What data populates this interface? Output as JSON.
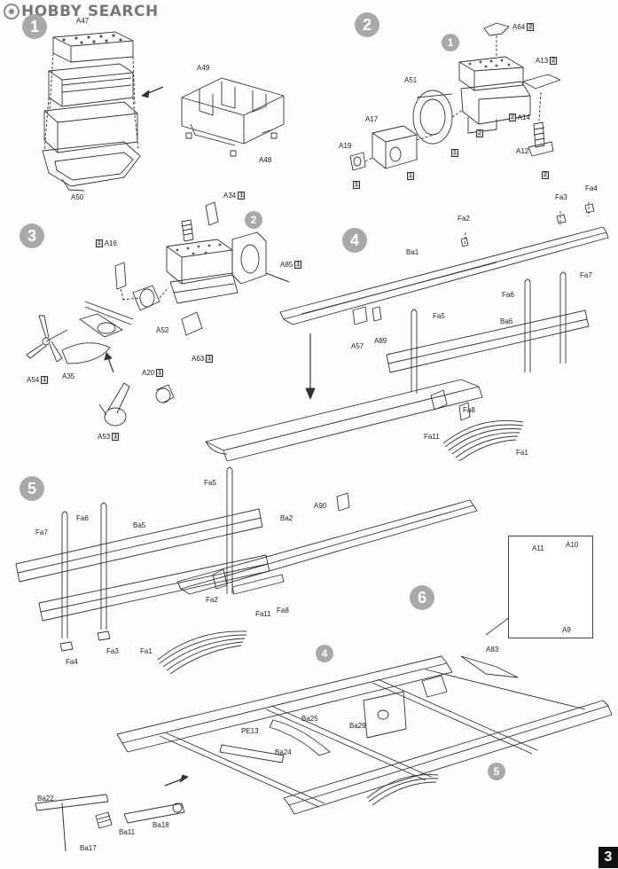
{
  "watermark": {
    "text": "HOBBY SEARCH"
  },
  "page_number": "3",
  "steps": [
    "1",
    "2",
    "3",
    "4",
    "5",
    "6"
  ],
  "step_refs": {
    "s3_ref": "2",
    "s6_ref_a": "4",
    "s6_ref_b": "5",
    "s2_ref": "1"
  },
  "labels": {
    "s1": {
      "A47": "A47",
      "A49": "A49",
      "A48": "A48",
      "A50": "A50"
    },
    "s2": {
      "A64": "A64",
      "A64_qty": "2",
      "A13": "A13",
      "A13_qty": "2",
      "A51": "A51",
      "A17": "A17",
      "A19": "A19",
      "A12": "A12",
      "A14": "A14",
      "A14_qty": "2",
      "q1": "1",
      "q2": "1",
      "q3": "1",
      "q4": "2",
      "q5": "2"
    },
    "s3": {
      "A34": "A34",
      "A34_qty": "1",
      "A16": "A16",
      "A16_qty": "1",
      "A85": "A85",
      "A85_qty": "1",
      "A52": "A52",
      "A63": "A63",
      "A63_qty": "1",
      "A54": "A54",
      "A54_qty": "1",
      "A35": "A35",
      "A20": "A20",
      "A20_qty": "1",
      "A53": "A53",
      "A53_qty": "1"
    },
    "s4": {
      "Fa2": "Fa2",
      "Fa3": "Fa3",
      "Fa4": "Fa4",
      "Ba1": "Ba1",
      "Fa7": "Fa7",
      "Fa6": "Fa6",
      "Fa5": "Fa5",
      "Ba6": "Ba6",
      "A57": "A57",
      "A89": "A89",
      "Fa8": "Fa8",
      "Fa11": "Fa11",
      "Fa1": "Fa1"
    },
    "s5": {
      "Fa5": "Fa5",
      "A90": "A90",
      "Fa7": "Fa7",
      "Fa6": "Fa6",
      "Ba5": "Ba5",
      "Ba2": "Ba2",
      "Fa2": "Fa2",
      "Fa11": "Fa11",
      "Fa8": "Fa8",
      "Fa4": "Fa4",
      "Fa3": "Fa3",
      "Fa1": "Fa1"
    },
    "s6": {
      "A11": "A11",
      "A10": "A10",
      "A9": "A9",
      "A83": "A83",
      "Ba25": "Ba25",
      "Ba29": "Ba29",
      "PE13": "PE13",
      "Ba24": "Ba24",
      "Ba22": "Ba22",
      "Ba11": "Ba11",
      "Ba18": "Ba18",
      "Ba17": "Ba17"
    }
  }
}
